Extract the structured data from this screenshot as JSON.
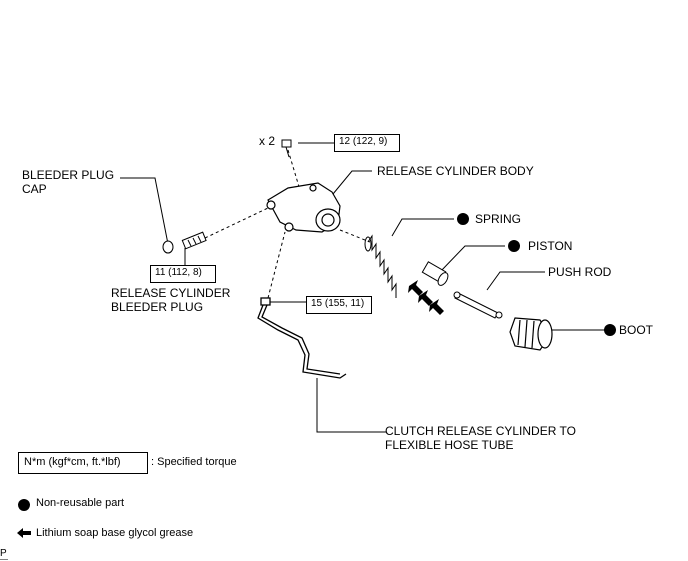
{
  "labels": {
    "qty": "x 2",
    "bleeder_plug_cap": "BLEEDER PLUG\nCAP",
    "release_cylinder_body": "RELEASE CYLINDER BODY",
    "spring": "SPRING",
    "piston": "PISTON",
    "push_rod": "PUSH ROD",
    "boot": "BOOT",
    "bleeder_plug": "RELEASE CYLINDER\nBLEEDER PLUG",
    "hose_tube": "CLUTCH RELEASE CYLINDER TO\nFLEXIBLE HOSE TUBE"
  },
  "torques": {
    "bolt": "12 (122, 9)",
    "bleeder": "11 (112, 8)",
    "tube": "15 (155, 11)"
  },
  "legend": {
    "torque_box": "N*m (kgf*cm, ft.*lbf)",
    "torque_text": ": Specified torque",
    "nonreusable": "Non-reusable part",
    "grease": "Lithium soap base glycol grease"
  },
  "corner_mark": "P"
}
